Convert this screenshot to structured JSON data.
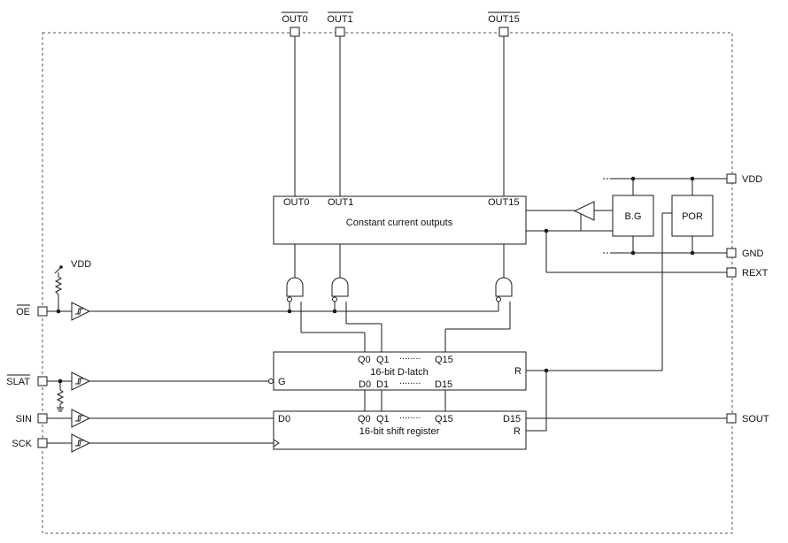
{
  "pins": {
    "out0": "OUT0",
    "out1": "OUT1",
    "out15": "OUT15",
    "vdd": "VDD",
    "gnd": "GND",
    "rext": "REXT",
    "sout": "SOUT",
    "oe": "OE",
    "slat": "SLAT",
    "sin": "SIN",
    "sck": "SCK"
  },
  "pullup_label": "VDD",
  "blocks": {
    "outputs": {
      "title": "Constant current outputs",
      "out0": "OUT0",
      "out1": "OUT1",
      "out15": "OUT15"
    },
    "bandgap": {
      "title": "B.G"
    },
    "por": {
      "title": "POR"
    },
    "latch": {
      "title": "16-bit D-latch",
      "q0": "Q0",
      "q1": "Q1",
      "q15": "Q15",
      "d0": "D0",
      "d1": "D1",
      "d15": "D15",
      "g": "G",
      "r": "R"
    },
    "shift": {
      "title": "16-bit shift register",
      "d0": "D0",
      "q0": "Q0",
      "q1": "Q1",
      "q15": "Q15",
      "d15": "D15",
      "r": "R"
    }
  },
  "ellipsis": "........"
}
